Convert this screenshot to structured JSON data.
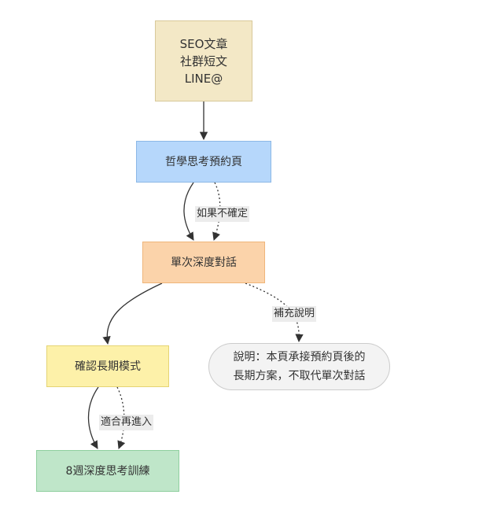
{
  "nodes": {
    "source": {
      "lines": [
        "SEO文章",
        "社群短文",
        "LINE@"
      ]
    },
    "booking": {
      "label": "哲學思考預約頁"
    },
    "single": {
      "label": "單次深度對話"
    },
    "confirm": {
      "label": "確認長期模式"
    },
    "training": {
      "label": "8週深度思考訓練"
    },
    "note": {
      "lines": [
        "說明：本頁承接預約頁後的",
        "長期方案，不取代單次對話"
      ]
    }
  },
  "edges": {
    "uncertain": {
      "label": "如果不確定"
    },
    "supplement": {
      "label": "補充說明"
    },
    "fit": {
      "label": "適合再進入"
    }
  },
  "colors": {
    "source_fill": "#f3e8c6",
    "booking_fill": "#b6d7fb",
    "single_fill": "#fbd3aa",
    "confirm_fill": "#fdf1a9",
    "training_fill": "#bfe6c9",
    "note_fill": "#f3f3f3",
    "edge": "#333333"
  }
}
